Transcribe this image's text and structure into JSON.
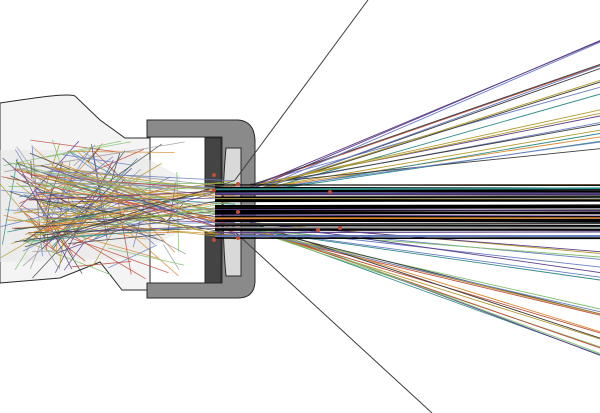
{
  "scene": {
    "background": "#ffffff",
    "housing_fill": "#f4f4f4",
    "housing_stroke": "#2a2a2a",
    "cap_fill": "#8a8a8a",
    "cap_dark": "#444444",
    "lens_fill": "#d9d9d9",
    "beam_core": "#000000"
  },
  "ray_palette": [
    "#6a7fc4",
    "#d7892f",
    "#7fbf6a",
    "#c24b3a",
    "#3d3d3d",
    "#9a9a9a",
    "#5d3f8c",
    "#2f8c87",
    "#b39a2a"
  ],
  "components": {
    "housing": "reflector-housing",
    "cap": "end-cap",
    "lens": "output-lens"
  }
}
